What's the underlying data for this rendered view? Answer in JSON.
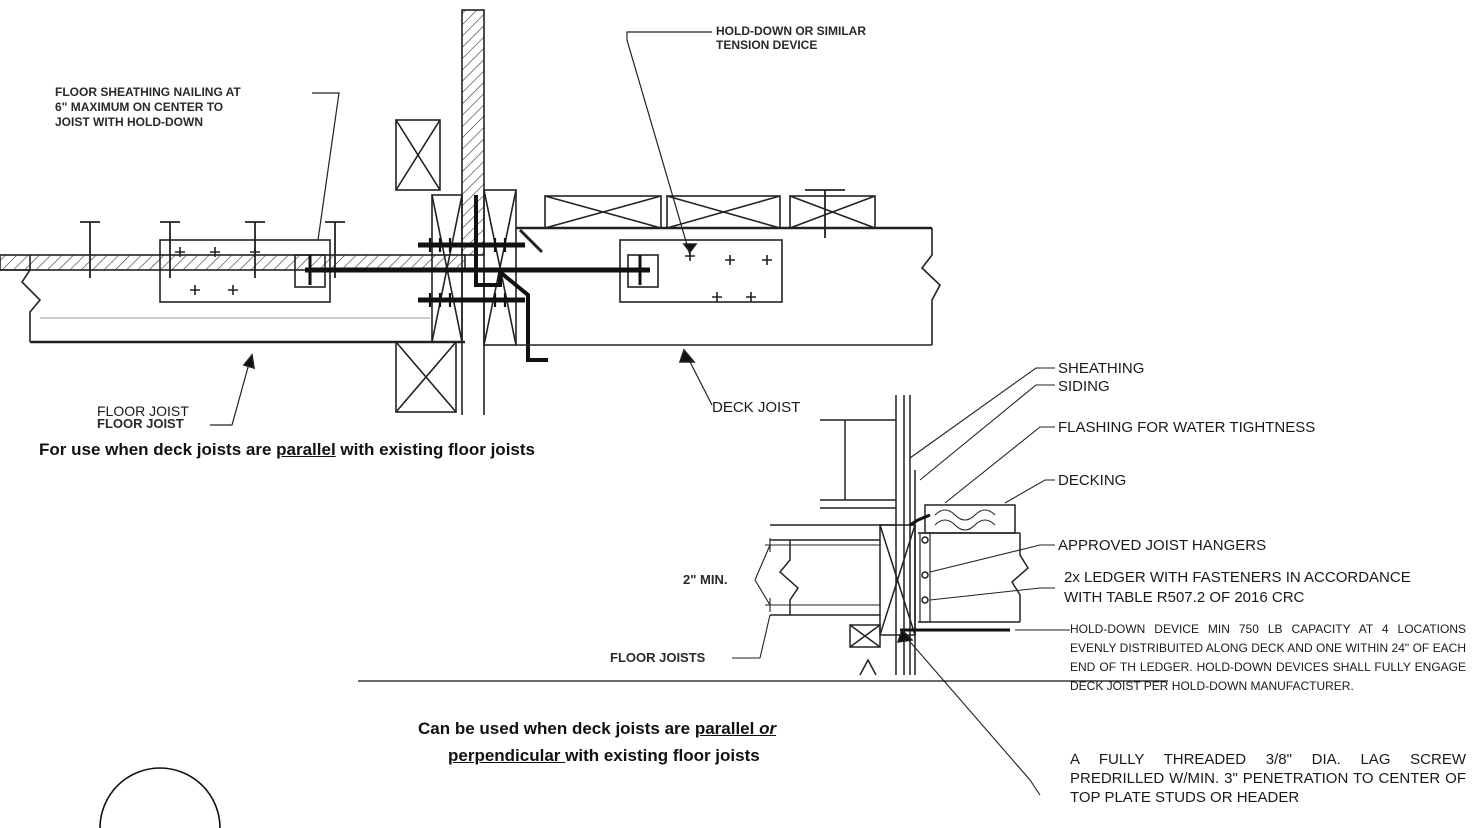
{
  "top_detail": {
    "callouts": {
      "hold_down_1": "HOLD-DOWN OR SIMILAR",
      "hold_down_2": "TENSION DEVICE",
      "nailing_1": "FLOOR SHEATHING NAILING AT",
      "nailing_2": "6\" MAXIMUM ON CENTER TO",
      "nailing_3": "JOIST WITH HOLD-DOWN",
      "floor_joist_a": "FLOOR JOIST",
      "floor_joist_b": "FLOOR JOIST",
      "deck_joist": "DECK JOIST"
    },
    "caption": {
      "before": "For use when deck joists are ",
      "underlined": "parallel",
      "after": " with existing floor joists"
    }
  },
  "ledger_detail": {
    "callouts": {
      "sheathing": "SHEATHING",
      "siding": "SIDING",
      "flashing": "FLASHING FOR WATER TIGHTNESS",
      "decking": "DECKING",
      "hangers": "APPROVED JOIST HANGERS",
      "ledger_1": "2x LEDGER WITH FASTENERS IN ACCORDANCE",
      "ledger_2": "WITH TABLE R507.2 OF 2016 CRC",
      "min": "2\" MIN.",
      "floor_joists": "FLOOR JOISTS",
      "hold_down_note": "HOLD-DOWN DEVICE MIN 750 LB CAPACITY AT 4 LOCATIONS EVENLY DISTRIBUITED ALONG DECK AND ONE WITHIN 24\" OF EACH END OF TH LEDGER. HOLD-DOWN DEVICES SHALL FULLY ENGAGE DECK JOIST PER HOLD-DOWN MANUFACTURER.",
      "lag_screw_note": "A FULLY THREADED 3/8\" DIA. LAG SCREW PREDRILLED W/MIN. 3\" PENETRATION TO CENTER OF TOP PLATE STUDS OR HEADER"
    },
    "caption": {
      "line1_before": "Can be used when deck joists are ",
      "line1_underlined_a": "parallel ",
      "line1_underlined_b": "or",
      "line2_underlined": "perpendicular ",
      "line2_after": "with existing floor joists"
    }
  }
}
